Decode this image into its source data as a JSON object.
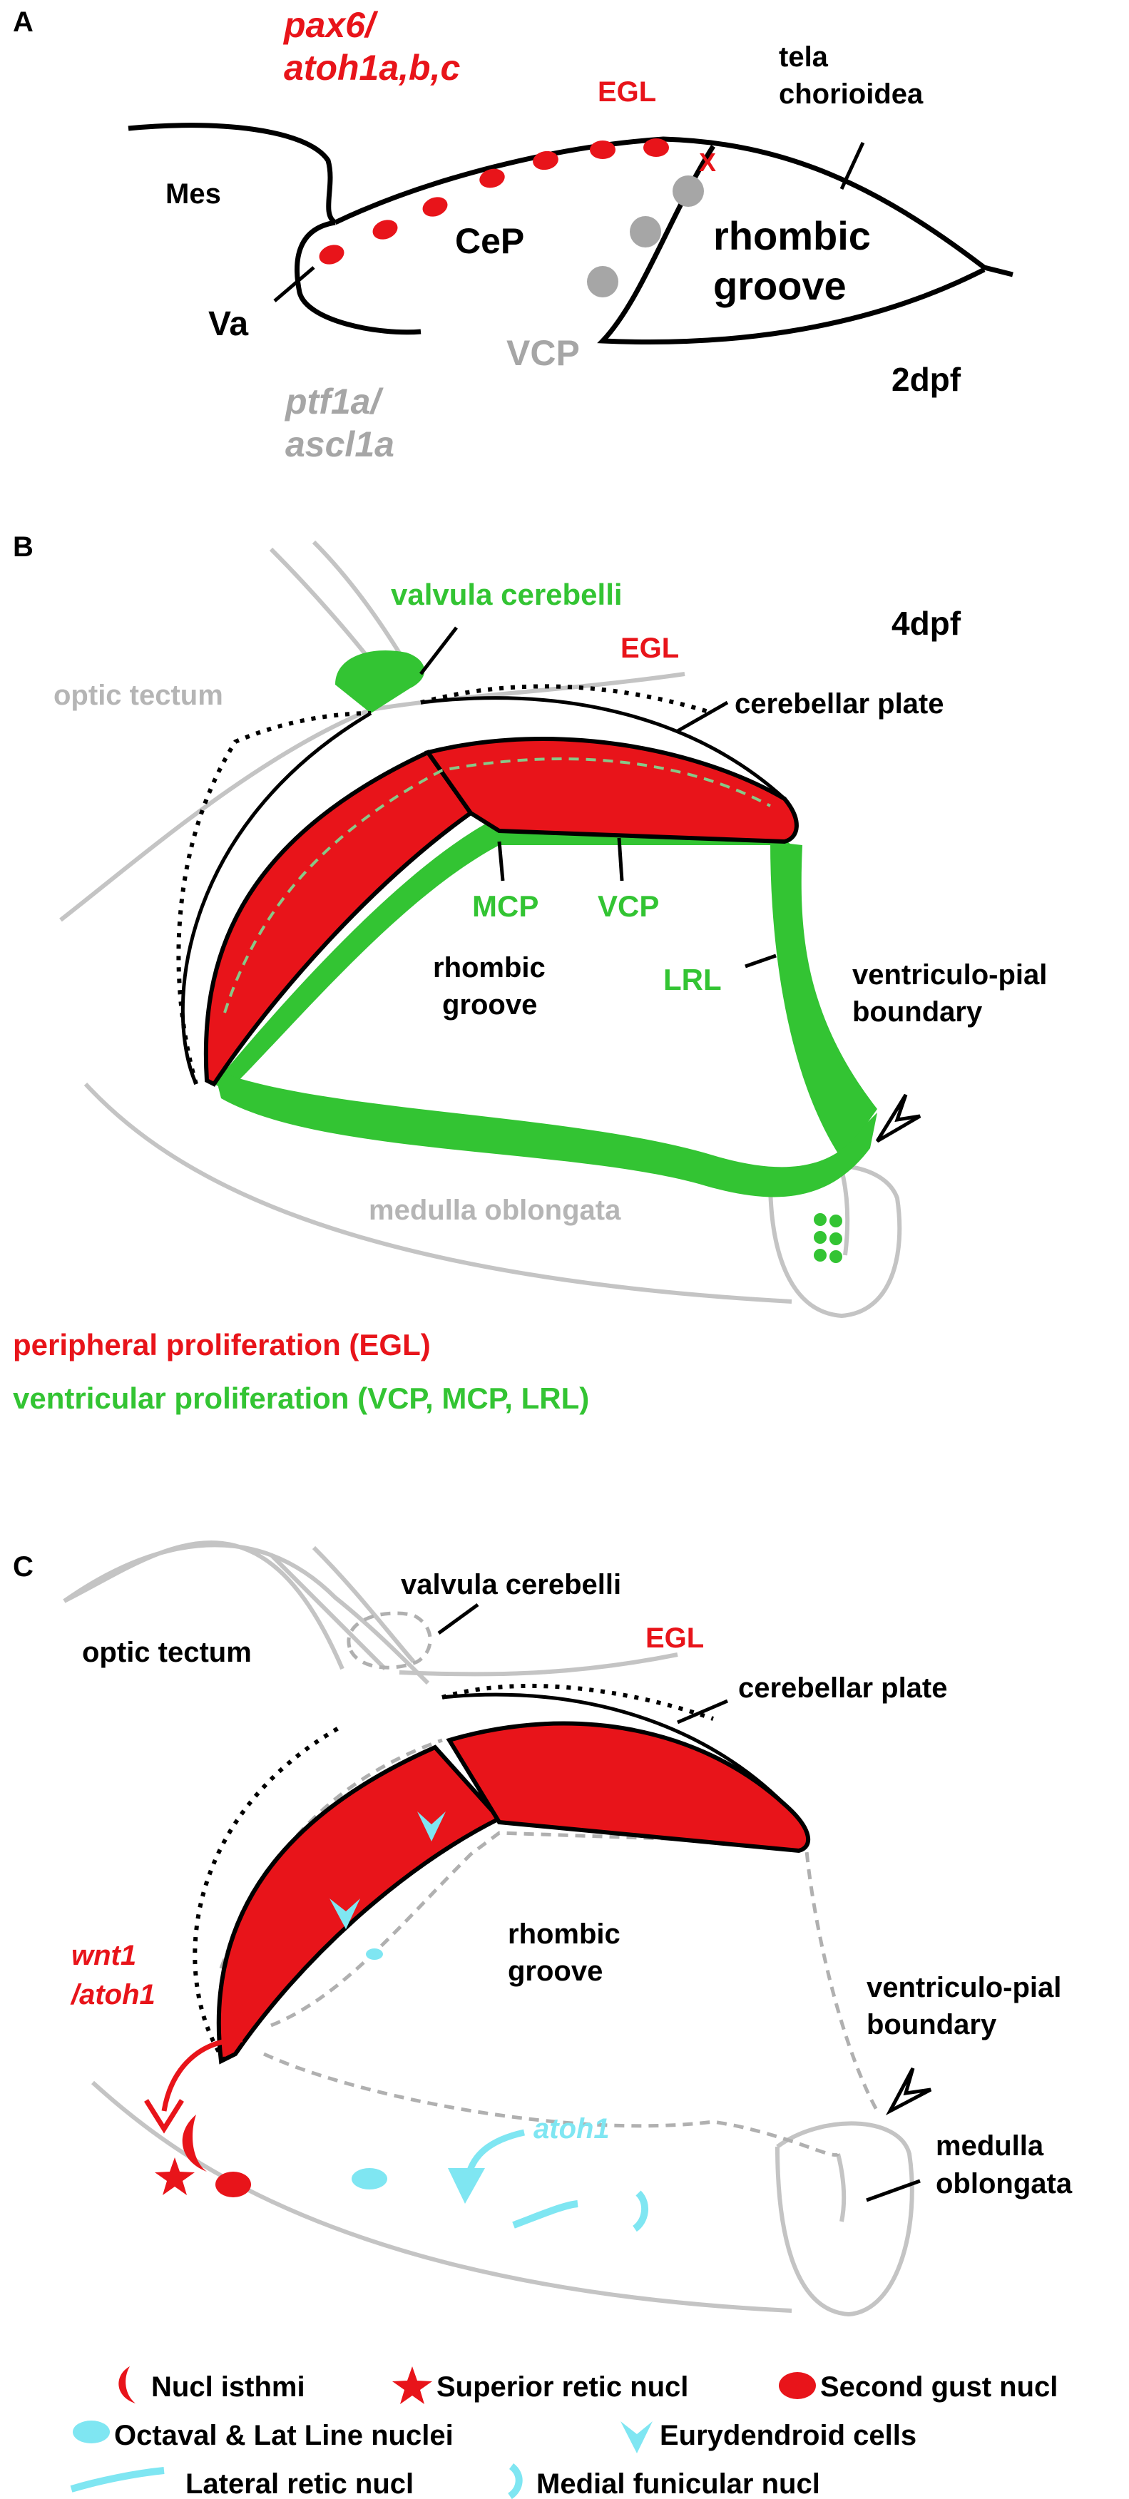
{
  "colors": {
    "red": "#e8141a",
    "green": "#33c433",
    "grey": "#a6a6a6",
    "light_grey": "#c4c4c4",
    "cyan": "#7fe6f2",
    "black": "#000000"
  },
  "panelA": {
    "letter": "A",
    "gene_red_line1": "pax6/",
    "gene_red_line2": "atoh1a,b,c",
    "egl": "EGL",
    "x_mark": "X",
    "tela_line1": "tela",
    "tela_line2": "chorioidea",
    "mes": "Mes",
    "cep": "CeP",
    "rhombic": "rhombic",
    "groove": "groove",
    "va": "Va",
    "vcp": "VCP",
    "gene_grey_line1": "ptf1a/",
    "gene_grey_line2": "ascl1a",
    "stage": "2dpf"
  },
  "panelB": {
    "letter": "B",
    "valvula": "valvula cerebelli",
    "stage": "4dpf",
    "egl": "EGL",
    "optic_tectum": "optic tectum",
    "cerebellar_plate": "cerebellar plate",
    "mcp": "MCP",
    "vcp": "VCP",
    "rhombic": "rhombic",
    "groove": "groove",
    "lrl": "LRL",
    "vp_line1": "ventriculo-pial",
    "vp_line2": "boundary",
    "medulla": "medulla oblongata",
    "legend_red": "peripheral proliferation (EGL)",
    "legend_green": "ventricular proliferation (VCP, MCP, LRL)"
  },
  "panelC": {
    "letter": "C",
    "valvula": "valvula cerebelli",
    "optic_tectum": "optic tectum",
    "egl": "EGL",
    "cerebellar_plate": "cerebellar plate",
    "rhombic": "rhombic",
    "groove": "groove",
    "wnt_line1": "wnt1",
    "wnt_line2": "/atoh1",
    "atoh1": "atoh1",
    "vp_line1": "ventriculo-pial",
    "vp_line2": "boundary",
    "medulla_line1": "medulla",
    "medulla_line2": "oblongata"
  },
  "legend": {
    "nucl_isthmi": "Nucl isthmi",
    "superior_retic": "Superior retic nucl",
    "second_gust": "Second gust nucl",
    "octaval": "Octaval & Lat Line nuclei",
    "eurydendroid": "Eurydendroid cells",
    "lateral_retic": "Lateral retic nucl",
    "medial_funicular": "Medial funicular nucl"
  }
}
